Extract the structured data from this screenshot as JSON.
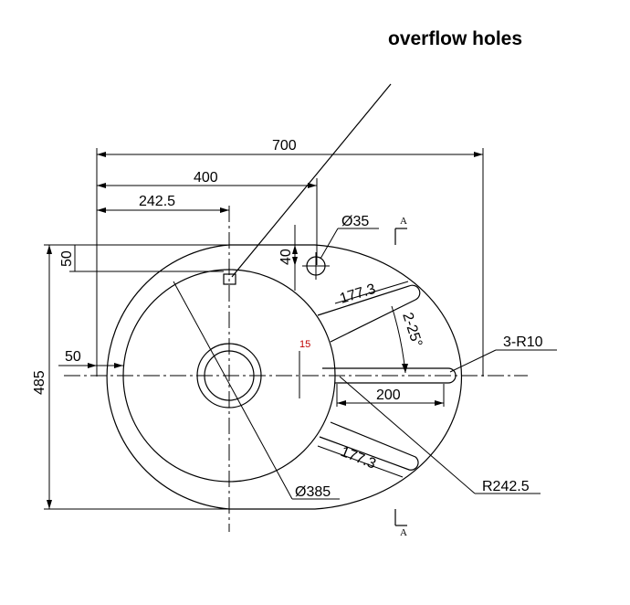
{
  "title": "overflow holes",
  "dims": {
    "d700": "700",
    "d400": "400",
    "d242_5": "242.5",
    "d35": "Ø35",
    "d40": "40",
    "d50_top": "50",
    "d50_left": "50",
    "d485": "485",
    "d177_upper": "177.3",
    "d177_lower": "177.3",
    "angle": "2-25°",
    "d3r10": "3-R10",
    "d15": "15",
    "d200": "200",
    "d385": "Ø385",
    "r242_5": "R242.5",
    "sectionTop": "A",
    "sectionBottom": "A"
  },
  "colors": {
    "line": "#000000",
    "highlight": "#c00000"
  }
}
